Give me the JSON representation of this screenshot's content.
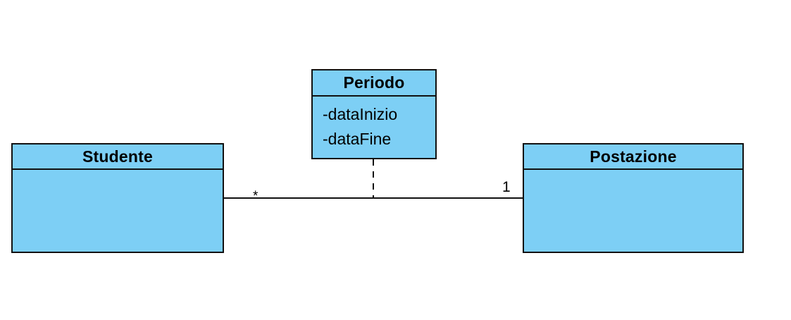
{
  "classes": {
    "studente": {
      "name": "Studente",
      "attributes": []
    },
    "postazione": {
      "name": "Postazione",
      "attributes": []
    },
    "periodo": {
      "name": "Periodo",
      "attributes": [
        "-dataInizio",
        "-dataFine"
      ]
    }
  },
  "association": {
    "multiplicity_studente": "*",
    "multiplicity_postazione": "1",
    "association_class": "Periodo"
  },
  "colors": {
    "class_fill": "#7dcff5",
    "stroke": "#111111",
    "background": "#ffffff"
  }
}
